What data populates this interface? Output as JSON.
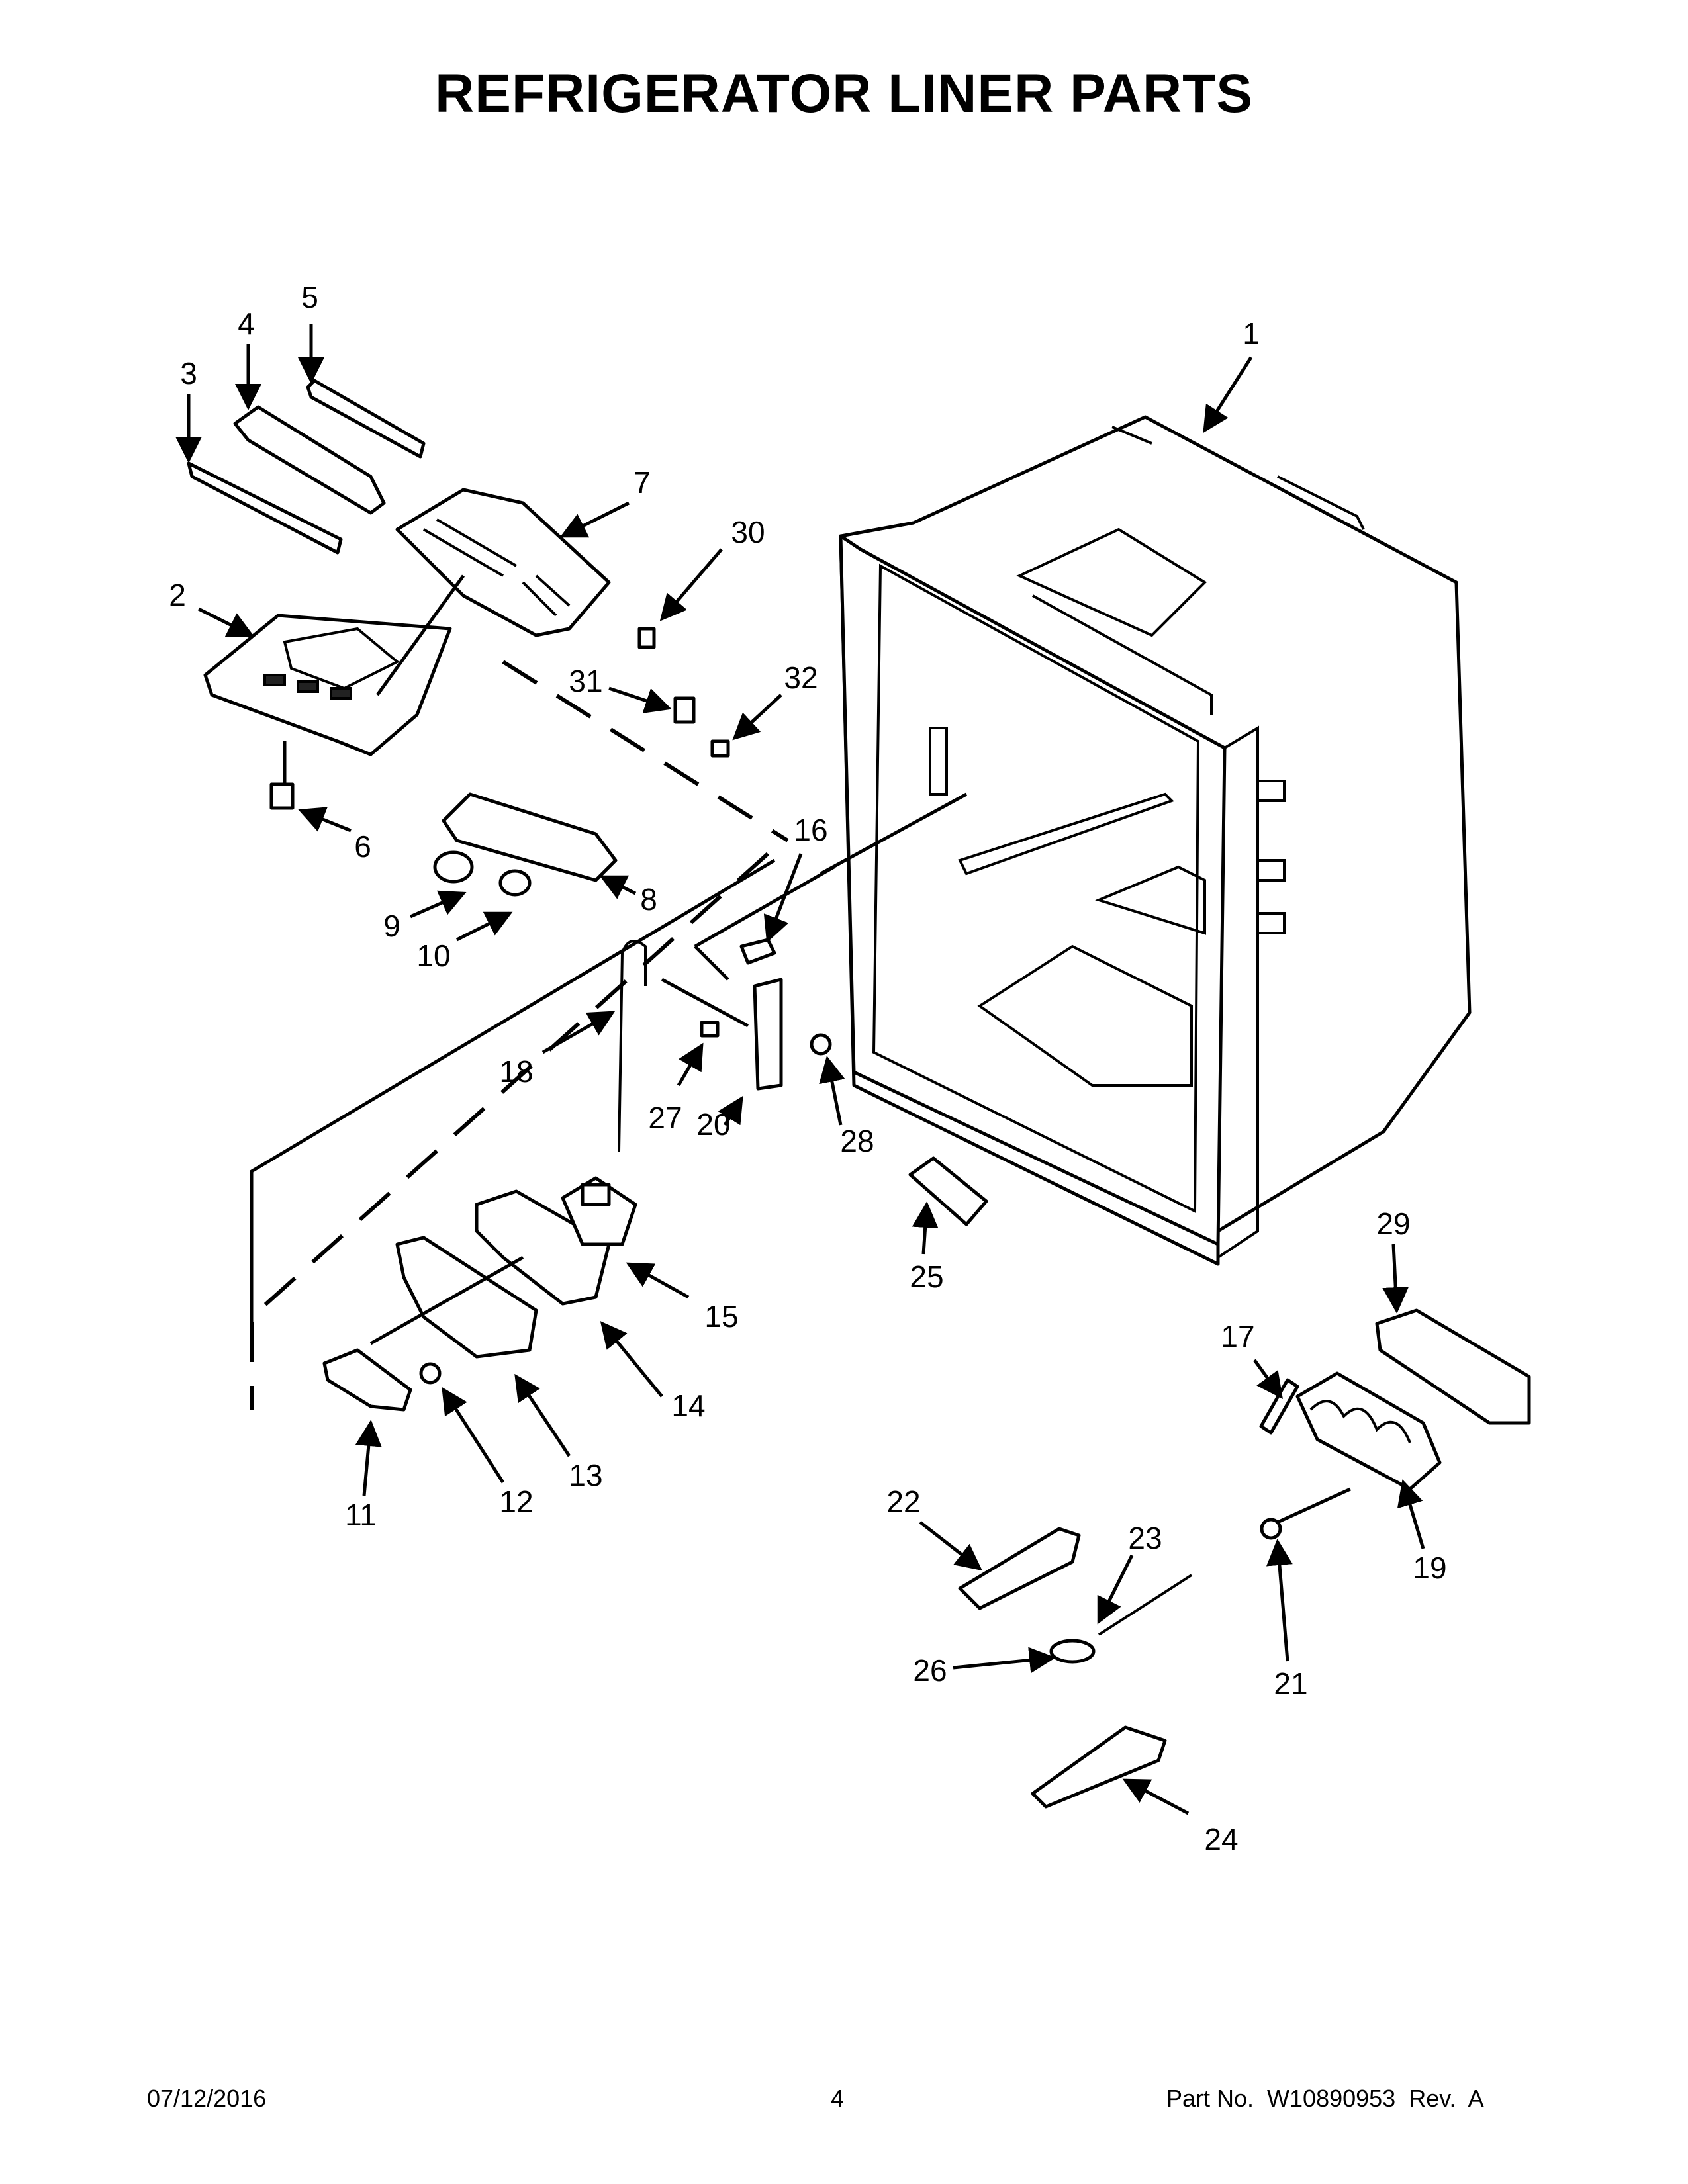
{
  "title": "REFRIGERATOR LINER PARTS",
  "callouts": [
    {
      "id": "1",
      "label": "1"
    },
    {
      "id": "2",
      "label": "2"
    },
    {
      "id": "3",
      "label": "3"
    },
    {
      "id": "4",
      "label": "4"
    },
    {
      "id": "5",
      "label": "5"
    },
    {
      "id": "6",
      "label": "6"
    },
    {
      "id": "7",
      "label": "7"
    },
    {
      "id": "8",
      "label": "8"
    },
    {
      "id": "9",
      "label": "9"
    },
    {
      "id": "10",
      "label": "10"
    },
    {
      "id": "11",
      "label": "11"
    },
    {
      "id": "12",
      "label": "12"
    },
    {
      "id": "13",
      "label": "13"
    },
    {
      "id": "14",
      "label": "14"
    },
    {
      "id": "15",
      "label": "15"
    },
    {
      "id": "16",
      "label": "16"
    },
    {
      "id": "17",
      "label": "17"
    },
    {
      "id": "18",
      "label": "18"
    },
    {
      "id": "19",
      "label": "19"
    },
    {
      "id": "20",
      "label": "20"
    },
    {
      "id": "21",
      "label": "21"
    },
    {
      "id": "22",
      "label": "22"
    },
    {
      "id": "23",
      "label": "23"
    },
    {
      "id": "24",
      "label": "24"
    },
    {
      "id": "25",
      "label": "25"
    },
    {
      "id": "26",
      "label": "26"
    },
    {
      "id": "27",
      "label": "27"
    },
    {
      "id": "28",
      "label": "28"
    },
    {
      "id": "29",
      "label": "29"
    },
    {
      "id": "30",
      "label": "30"
    },
    {
      "id": "31",
      "label": "31"
    },
    {
      "id": "32",
      "label": "32"
    }
  ],
  "footer": {
    "date": "07/12/2016",
    "page": "4",
    "part_number": "Part No.  W10890953  Rev.  A"
  }
}
